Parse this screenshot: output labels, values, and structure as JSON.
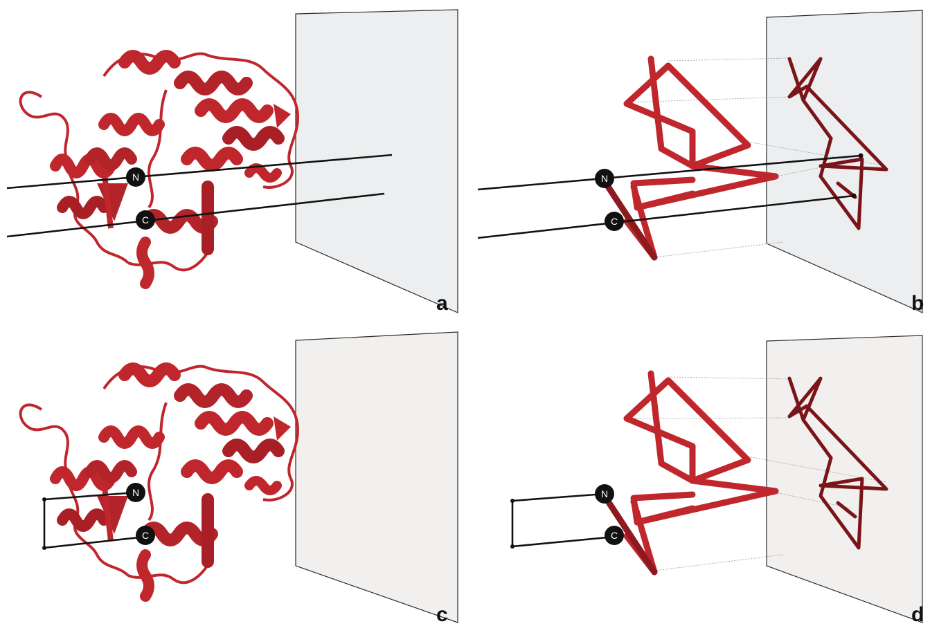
{
  "panels": [
    {
      "letter": "a"
    },
    {
      "letter": "b"
    },
    {
      "letter": "c"
    },
    {
      "letter": "d"
    }
  ],
  "termini": {
    "n": "N",
    "c": "C"
  },
  "colors": {
    "protein": "#c0272d",
    "protein_dark": "#8e1a1f",
    "projection": "#7a1419",
    "plane_fill": "#eceeef",
    "plane_fill_warm": "#f1f0ee",
    "plane_edge": "#2a2a2a",
    "extension_line": "#111111",
    "terminus_fill": "#111111"
  }
}
